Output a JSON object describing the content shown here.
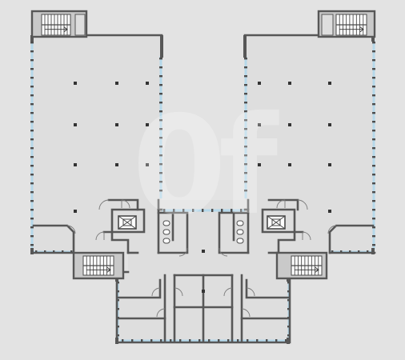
{
  "watermark": {
    "text": "0f",
    "kind": "logo-watermark"
  },
  "colors": {
    "background": "#e3e3e3",
    "floor": "#dedede",
    "wall": "#575757",
    "window": "#b5d8ea",
    "column": "#333333",
    "stair_fill": "#c9c9c9",
    "stair_line": "#4a4a4a",
    "stair_tread": "#ffffff",
    "door_arc": "#7a7a7a"
  },
  "elements": {
    "halls": [
      "warehouse-hall-west",
      "warehouse-hall-east"
    ],
    "stairs": [
      "stair-north-west",
      "stair-north-east",
      "stair-south-west",
      "stair-south-east"
    ],
    "elevators": [
      "elevator-west",
      "elevator-east"
    ],
    "lobby": "central-link-lobby",
    "office_block": "south-office-block"
  }
}
